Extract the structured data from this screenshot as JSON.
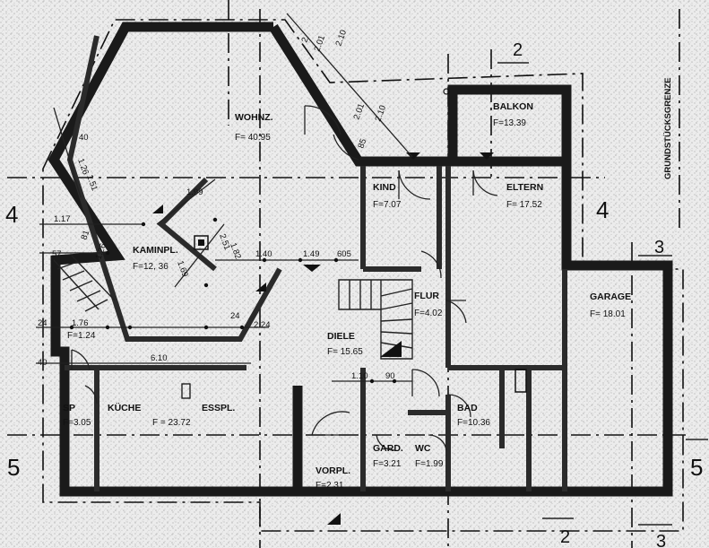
{
  "rooms": {
    "wohnz": {
      "name": "WOHNZ.",
      "area": "F= 40.95"
    },
    "balkon": {
      "name": "BALKON",
      "area": "F=13.39"
    },
    "kind": {
      "name": "KIND",
      "area": "F=7.07"
    },
    "eltern": {
      "name": "ELTERN",
      "area": "F= 17.52"
    },
    "kaminpl": {
      "name": "KAMINPL.",
      "area": "F=12, 36"
    },
    "flur": {
      "name": "FLUR",
      "area": "F=4.02"
    },
    "garage": {
      "name": "GARAGE",
      "area": "F= 18.01"
    },
    "diele": {
      "name": "DIELE",
      "area": "F= 15.65"
    },
    "small": {
      "area": "F=1.24"
    },
    "sp": {
      "name": "SP",
      "area": "F=3.05"
    },
    "kueche": {
      "name": "KÜCHE",
      "area": "F = 23.72"
    },
    "esspl": {
      "name": "ESSPL."
    },
    "bad": {
      "name": "BAD",
      "area": "F=10.36"
    },
    "gard": {
      "name": "GARD.",
      "area": "F=3.21"
    },
    "wc": {
      "name": "WC",
      "area": "F=1.99"
    },
    "vorpl": {
      "name": "VORPL.",
      "area": "F=2.31"
    }
  },
  "boundary_label": "GRUNDSTÜCKSGRENZE",
  "section_markers": {
    "s2": "2",
    "s3": "3",
    "s4": "4",
    "s5": "5"
  },
  "dimensions": {
    "d_201a": "2.01",
    "d_210a": "2.10",
    "d_2": "2",
    "d_201b": "2.01",
    "d_210b": "2.10",
    "d_85": "85",
    "d_40a": "40",
    "d_126a": "1.26",
    "d_151": "1.51",
    "d_199": "1.99",
    "d_117": "1.17",
    "d_81": "81",
    "d_126b": "1.26",
    "d_57": "57",
    "d_251": "2.51",
    "d_182": "1.82",
    "d_169": "1.69",
    "d_140": "1.40",
    "d_149": "1.49",
    "d_605": "605",
    "d_24a": "24",
    "d_176": "1.76",
    "d_24b": "24",
    "d_224": "2.24",
    "d_40b": "40",
    "d_610": "6.10",
    "d_110": "1.10",
    "d_90": "90"
  }
}
